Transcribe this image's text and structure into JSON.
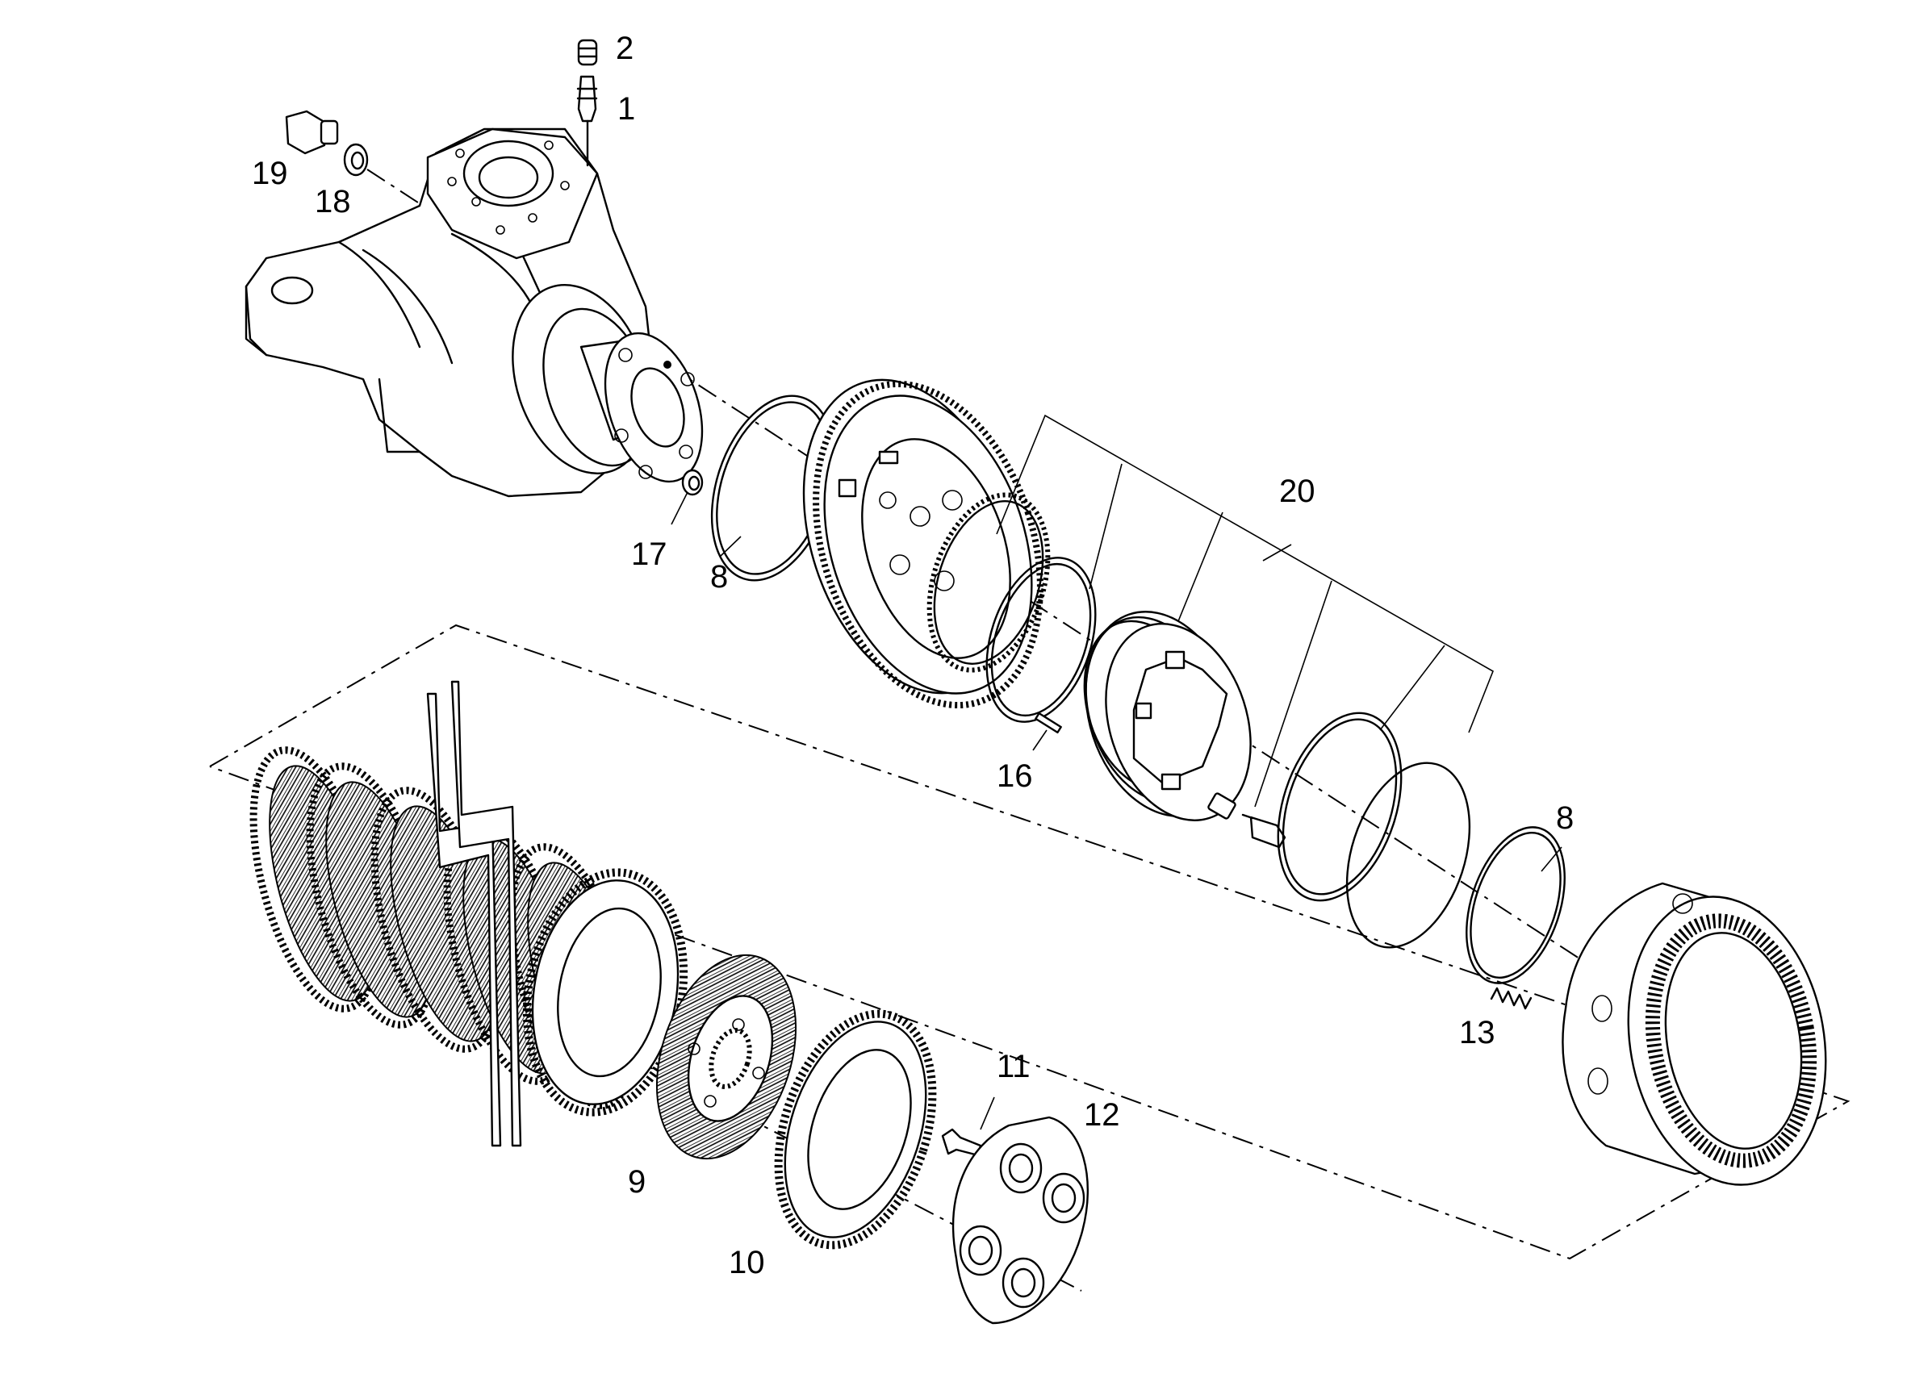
{
  "diagram": {
    "callouts": [
      {
        "id": "1",
        "label": "1"
      },
      {
        "id": "2",
        "label": "2"
      },
      {
        "id": "8a",
        "label": "8"
      },
      {
        "id": "8b",
        "label": "8"
      },
      {
        "id": "9",
        "label": "9"
      },
      {
        "id": "10",
        "label": "10"
      },
      {
        "id": "11",
        "label": "11"
      },
      {
        "id": "12",
        "label": "12"
      },
      {
        "id": "13",
        "label": "13"
      },
      {
        "id": "16",
        "label": "16"
      },
      {
        "id": "17",
        "label": "17"
      },
      {
        "id": "18",
        "label": "18"
      },
      {
        "id": "19",
        "label": "19"
      },
      {
        "id": "20",
        "label": "20"
      }
    ]
  }
}
